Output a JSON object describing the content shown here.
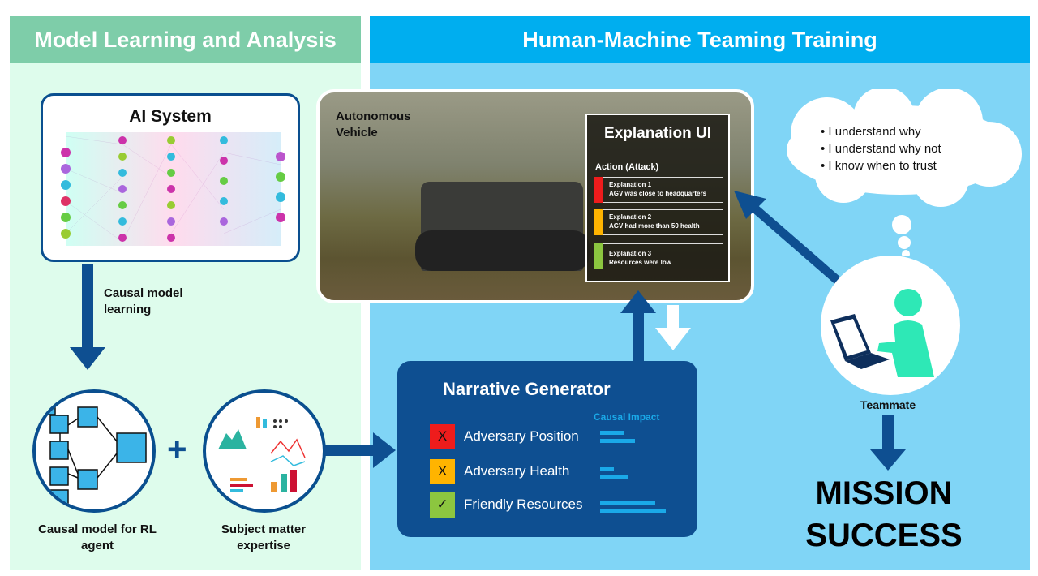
{
  "left_panel": {
    "title": "Model Learning and Analysis",
    "ai_system": "AI System",
    "causal_learning": "Causal model learning",
    "causal_model": "Causal model for RL agent",
    "sme": "Subject matter expertise",
    "plus": "+"
  },
  "right_panel": {
    "title": "Human-Machine Teaming Training",
    "vehicle_label": "Autonomous Vehicle",
    "explanation_ui": {
      "title": "Explanation UI",
      "action": "Action (Attack)",
      "items": [
        {
          "title": "Explanation 1",
          "text": "AGV was close to headquarters",
          "color": "#ee1c1c"
        },
        {
          "title": "Explanation 2",
          "text": "AGV had more than 50 health",
          "color": "#ffb400"
        },
        {
          "title": "Explanation 3",
          "text": "Resources were low",
          "color": "#8cc63f"
        }
      ]
    },
    "narrative": {
      "title": "Narrative Generator",
      "impact_label": "Causal Impact",
      "items": [
        {
          "mark": "X",
          "label": "Adversary Position",
          "color": "#ee1c1c",
          "impact": [
            0.35,
            0.5
          ]
        },
        {
          "mark": "X",
          "label": "Adversary Health",
          "color": "#ffb400",
          "impact": [
            0.2,
            0.4
          ]
        },
        {
          "mark": "✓",
          "label": "Friendly Resources",
          "color": "#8cc63f",
          "impact": [
            0.8,
            0.95
          ]
        }
      ]
    },
    "thoughts": [
      "• I understand why",
      "• I understand why not",
      "• I know when to trust"
    ],
    "teammate": "Teammate",
    "mission": [
      "MISSION",
      "SUCCESS"
    ]
  },
  "colors": {
    "left_header": "#7ecda9",
    "left_bg": "#defcec",
    "right_header": "#00aeef",
    "right_bg": "#80d5f6",
    "dark_blue": "#0a4f8f"
  }
}
